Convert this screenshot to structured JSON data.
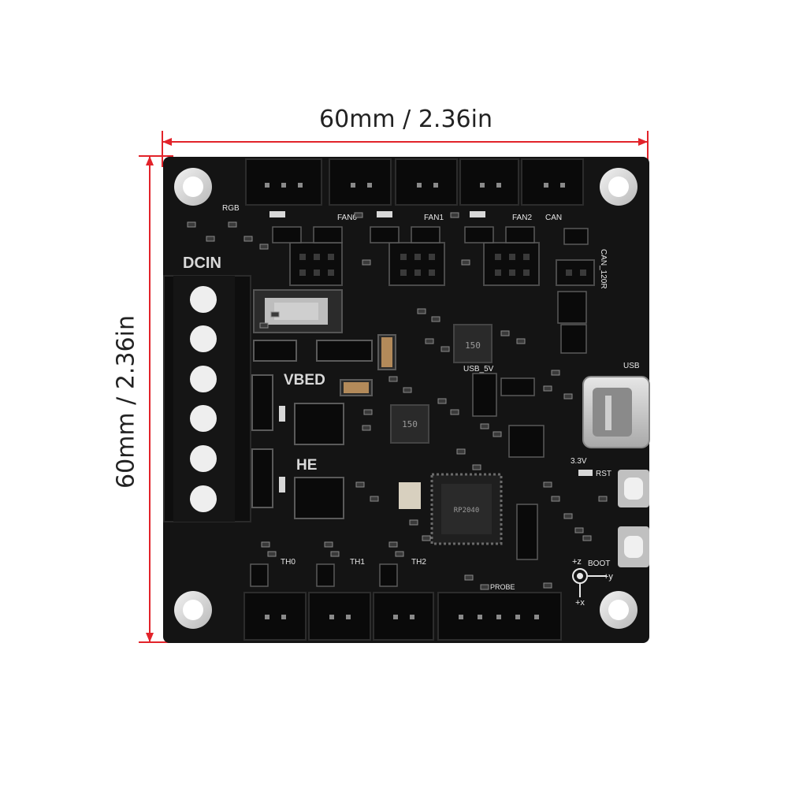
{
  "dimensions": {
    "width_label": "60mm / 2.36in",
    "height_label": "60mm / 2.36in",
    "line_color": "#e2232a"
  },
  "board": {
    "color": "#141414",
    "silkscreen": {
      "rgb": "RGB",
      "fan0": "FAN0",
      "fan1": "FAN1",
      "fan2": "FAN2",
      "can": "CAN",
      "can_120r": "CAN_120R",
      "dcin": "DCIN",
      "vbed": "VBED",
      "he": "HE",
      "usb_5v": "USB_5V",
      "usb": "USB",
      "v33": "3.3V",
      "rst": "RST",
      "boot": "BOOT",
      "th0": "TH0",
      "th1": "TH1",
      "th2": "TH2",
      "probe": "PROBE",
      "axis_z": "+z",
      "axis_y": "+y",
      "axis_x": "+x"
    },
    "inductor_marking": "150",
    "mcu_marking": "RP2040"
  }
}
